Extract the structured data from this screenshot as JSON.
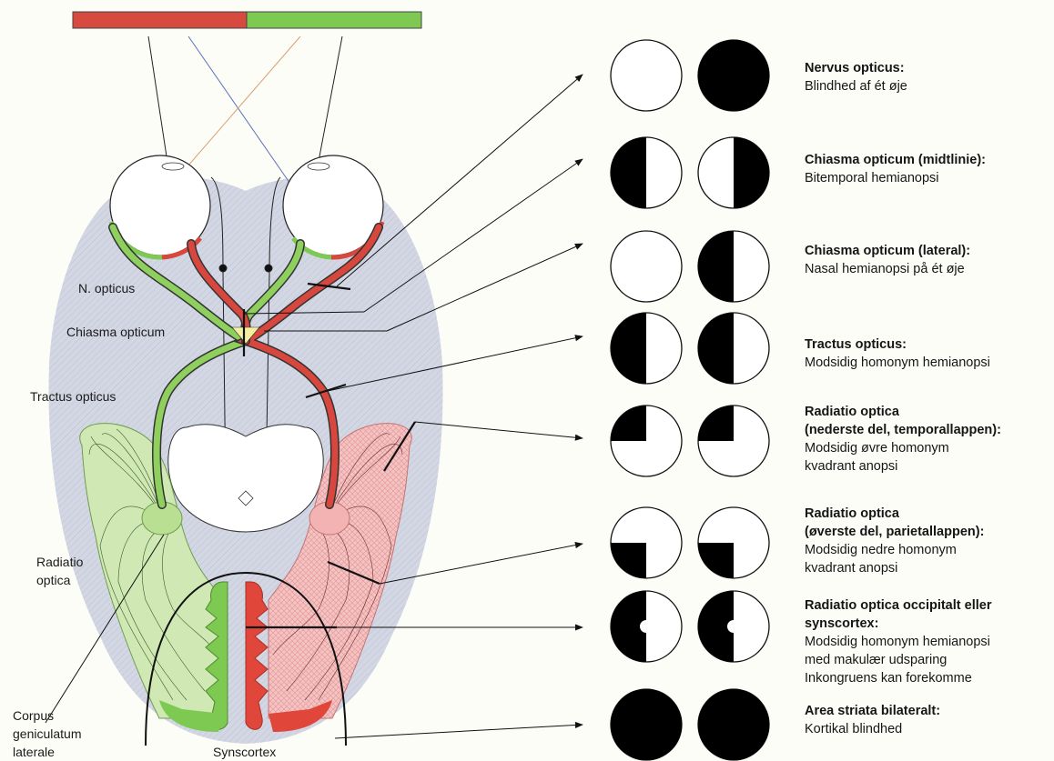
{
  "labels": {
    "n_opticus": "N. opticus",
    "chiasma": "Chiasma opticum",
    "tractus": "Tractus opticus",
    "radiatio_1": "Radiatio",
    "radiatio_2": "optica",
    "corpus_1": "Corpus",
    "corpus_2": "geniculatum",
    "corpus_3": "laterale",
    "synscortex": "Synscortex"
  },
  "lesions": [
    {
      "title": "Nervus opticus:",
      "lines": [
        "Blindhed af ét øje"
      ]
    },
    {
      "title": "Chiasma opticum (midtlinie):",
      "lines": [
        "Bitemporal hemianopsi"
      ]
    },
    {
      "title": "Chiasma opticum (lateral):",
      "lines": [
        "Nasal hemianopsi på ét øje"
      ]
    },
    {
      "title": "Tractus opticus:",
      "lines": [
        "Modsidig homonym hemianopsi"
      ]
    },
    {
      "title": "Radiatio optica\n(nederste del, temporallappen):",
      "lines": [
        "Modsidig øvre homonym",
        "kvadrant anopsi"
      ]
    },
    {
      "title": "Radiatio optica\n(øverste del, parietallappen):",
      "lines": [
        "Modsidig nedre homonym",
        "kvadrant anopsi"
      ]
    },
    {
      "title": "Radiatio optica occipitalt eller\nsynscortex:",
      "lines": [
        "Modsidig homonym hemianopsi",
        "med makulær udsparing",
        "Inkongruens kan forekomme"
      ]
    },
    {
      "title": "Area striata bilateralt:",
      "lines": [
        "Kortikal blindhed"
      ]
    }
  ],
  "fields": [
    {
      "left": "none",
      "right": "full"
    },
    {
      "left": "left_half",
      "right": "right_half"
    },
    {
      "left": "none",
      "right": "left_half"
    },
    {
      "left": "left_half",
      "right": "left_half"
    },
    {
      "left": "upper_left_quadrant",
      "right": "upper_left_quadrant"
    },
    {
      "left": "lower_left_quadrant",
      "right": "lower_left_quadrant"
    },
    {
      "left": "left_half_macular_sparing",
      "right": "left_half_macular_sparing"
    },
    {
      "left": "full",
      "right": "full"
    }
  ],
  "colors": {
    "left_field": "#d64a3f",
    "right_field": "#7ec952",
    "green_path": "#8fcf5e",
    "red_path": "#d8473d",
    "brain": "#d4d8e4",
    "radiation_green": "#cfe8b4",
    "radiation_red": "#f2b9b9",
    "defect": "#000000"
  }
}
